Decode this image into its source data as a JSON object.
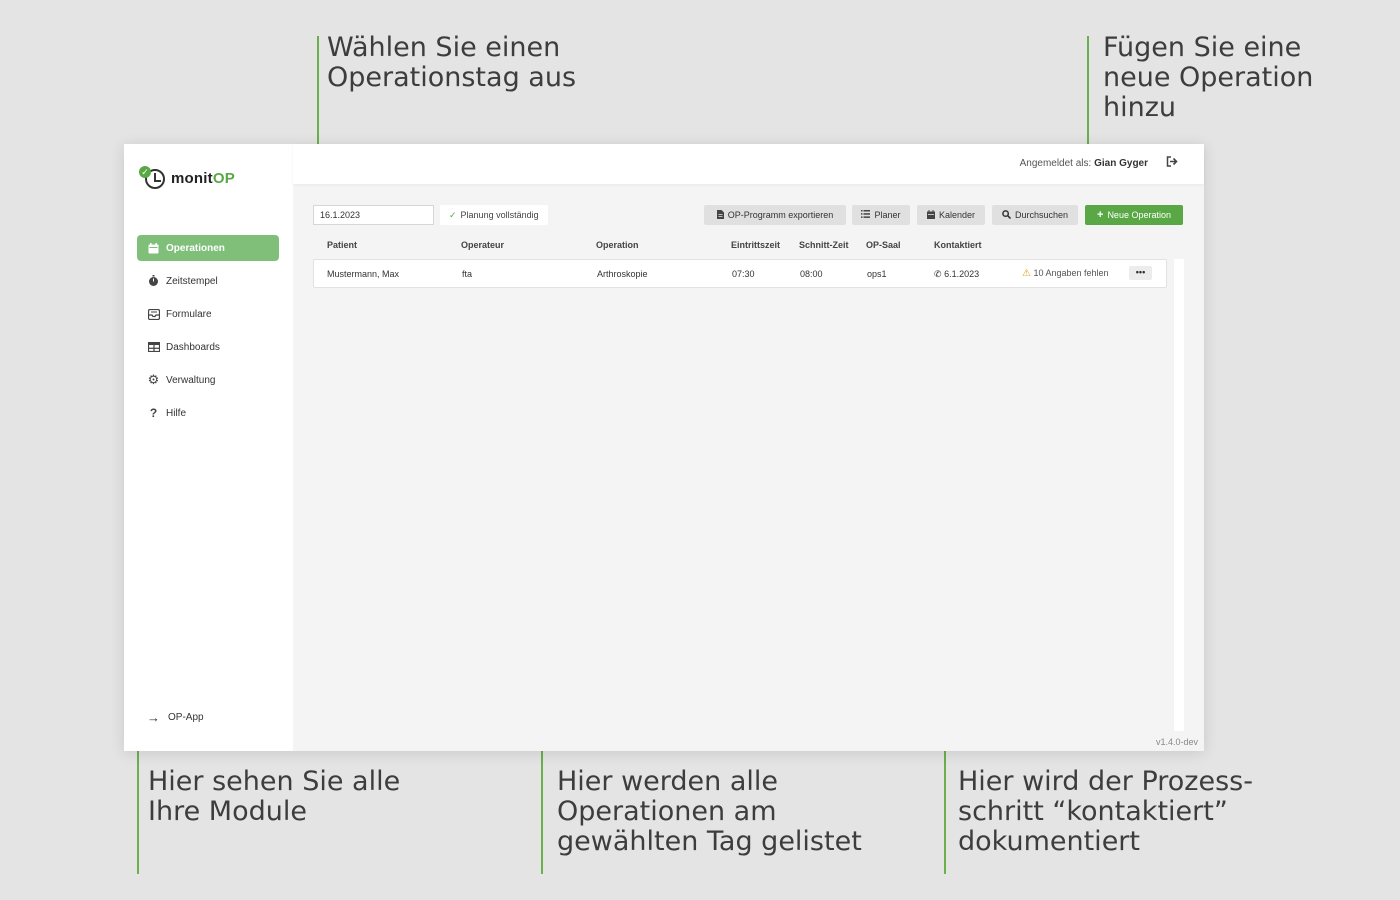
{
  "annotations": {
    "select_day": "Wählen Sie einen\nOperationstag aus",
    "add_operation": "Fügen Sie eine\nneue Operation\nhinzu",
    "modules": "Hier sehen Sie alle\nIhre Module",
    "listed": "Hier werden alle\nOperationen am\ngewählten Tag gelistet",
    "contacted": "Hier wird der Prozess-\nschritt “kontaktiert”\ndokumentiert"
  },
  "logo": {
    "prefix": "monit",
    "suffix": "OP"
  },
  "nav": {
    "items": [
      {
        "label": "Operationen",
        "icon": "calendar-icon"
      },
      {
        "label": "Zeitstempel",
        "icon": "stopwatch-icon"
      },
      {
        "label": "Formulare",
        "icon": "inbox-icon"
      },
      {
        "label": "Dashboards",
        "icon": "table-icon"
      },
      {
        "label": "Verwaltung",
        "icon": "gear-icon"
      },
      {
        "label": "Hilfe",
        "icon": "question-icon"
      }
    ],
    "op_app": "OP-App"
  },
  "header": {
    "logged_in_label": "Angemeldet als:",
    "user": "Gian Gyger"
  },
  "toolbar": {
    "date_value": "16.1.2023",
    "plan_status": "Planung vollständig",
    "export": "OP-Programm exportieren",
    "planer": "Planer",
    "kalender": "Kalender",
    "search": "Durchsuchen",
    "new_op": "Neue Operation"
  },
  "table": {
    "headers": [
      "Patient",
      "Operateur",
      "Operation",
      "Eintrittszeit",
      "Schnitt-Zeit",
      "OP-Saal",
      "Kontaktiert"
    ],
    "rows": [
      {
        "patient": "Mustermann, Max",
        "operateur": "fta",
        "operation": "Arthroskopie",
        "eintritt": "07:30",
        "schnitt": "08:00",
        "saal": "ops1",
        "kontaktiert": "6.1.2023",
        "warning": "10 Angaben fehlen",
        "more": "•••"
      }
    ]
  },
  "version": "v1.4.0-dev",
  "colors": {
    "accent": "#5aa845",
    "active_nav": "#7fbf7a",
    "annotation_line": "#6ab04c"
  }
}
